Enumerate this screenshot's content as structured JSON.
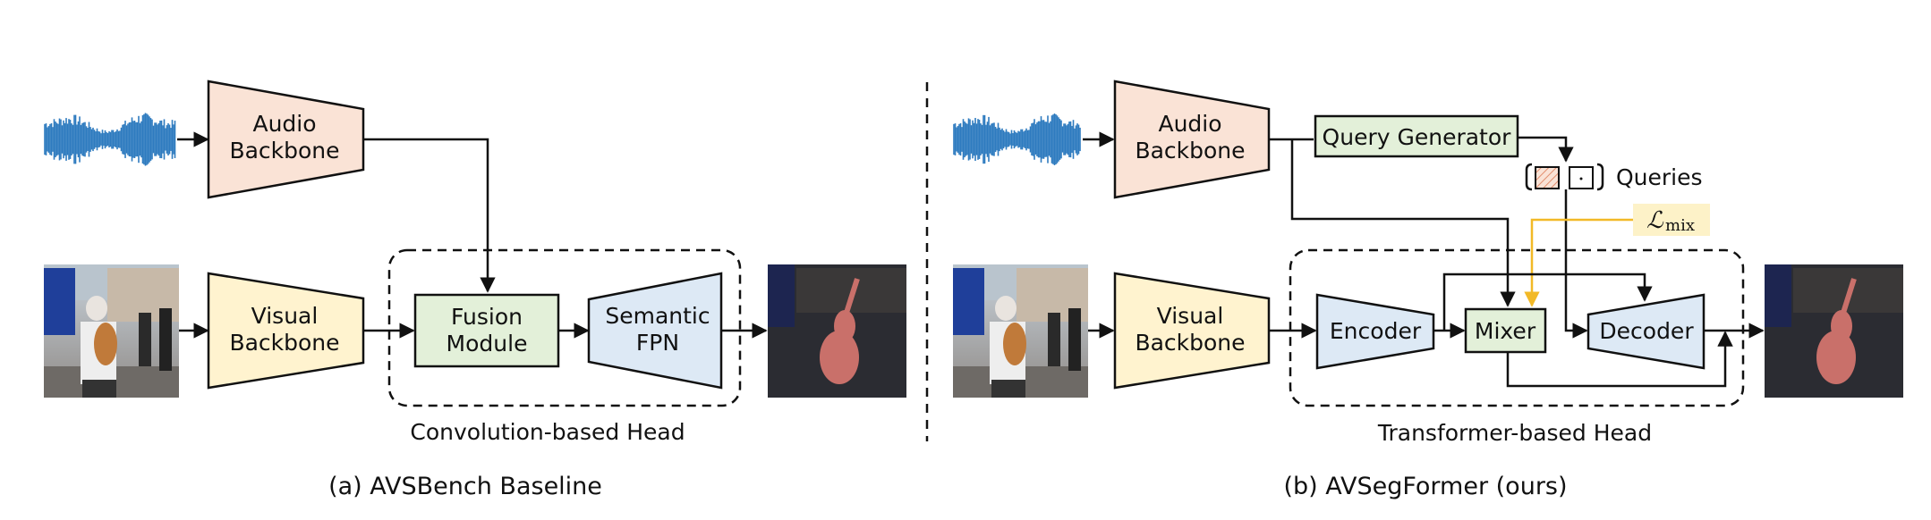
{
  "panel_a": {
    "audio_backbone": [
      "Audio",
      "Backbone"
    ],
    "visual_backbone": [
      "Visual",
      "Backbone"
    ],
    "fusion_module": [
      "Fusion",
      "Module"
    ],
    "semantic_fpn": [
      "Semantic",
      "FPN"
    ],
    "head_label": "Convolution-based Head",
    "caption": "(a) AVSBench Baseline"
  },
  "panel_b": {
    "audio_backbone": [
      "Audio",
      "Backbone"
    ],
    "visual_backbone": [
      "Visual",
      "Backbone"
    ],
    "query_generator": "Query Generator",
    "queries": "Queries",
    "loss_symbol": "ℒ",
    "loss_subscript": "mix",
    "encoder": "Encoder",
    "mixer": "Mixer",
    "decoder": "Decoder",
    "head_label": "Transformer-based Head",
    "caption": "(b) AVSegFormer (ours)"
  },
  "colors": {
    "audio_fill": "#fae3d6",
    "visual_fill": "#fff3cf",
    "module_fill": "#e3f0d9",
    "fpn_fill": "#dde9f5",
    "loss_fill": "#fdf2c8",
    "loss_line": "#f2b927",
    "waveform": "#2e7bbf"
  },
  "icons": [
    "audio-waveform",
    "input-photo-musician",
    "output-mask-photo"
  ]
}
